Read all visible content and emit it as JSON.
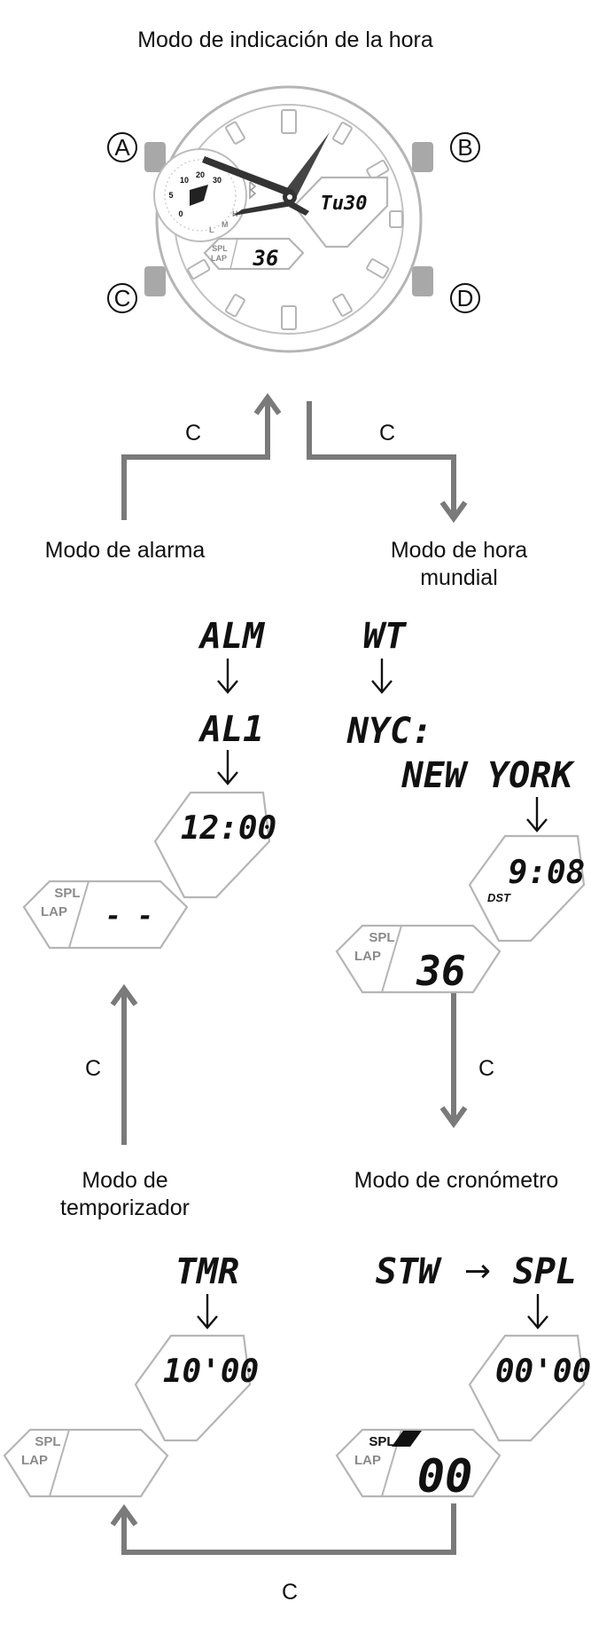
{
  "title": "Modo de indicación de la hora",
  "buttons": {
    "a": "A",
    "b": "B",
    "c": "C",
    "d": "D"
  },
  "watch": {
    "day_display": "Tu30",
    "sub_display": "36",
    "sub_labels": {
      "spl": "SPL",
      "lap": "LAP"
    },
    "dial_numbers": [
      "10",
      "20",
      "30",
      "5",
      "0"
    ],
    "dial_letters": [
      "L",
      "M",
      "H"
    ]
  },
  "transitions": {
    "to_alarm": "C",
    "to_world_time": "C",
    "to_stopwatch": "C",
    "to_timer": "C",
    "timer_to_alarm": "C"
  },
  "modes": {
    "alarm": {
      "label": "Modo de alarma",
      "seq": [
        "ALM",
        "AL1"
      ],
      "main_display": "12:00",
      "sub_display": "- -",
      "spl": "SPL",
      "lap": "LAP"
    },
    "world_time": {
      "label_line1": "Modo de hora",
      "label_line2": "mundial",
      "seq": [
        "WT",
        "NYC:",
        "NEW YORK"
      ],
      "main_display": "9:08",
      "dst": "DST",
      "sub_display": "36",
      "spl": "SPL",
      "lap": "LAP"
    },
    "stopwatch": {
      "label": "Modo de cronómetro",
      "seq_from": "STW",
      "seq_arrow": "→",
      "seq_to": "SPL",
      "main_display": "00'00",
      "sub_display": "00",
      "spl": "SPL",
      "lap": "LAP"
    },
    "timer": {
      "label_line1": "Modo de",
      "label_line2": "temporizador",
      "seq": [
        "TMR"
      ],
      "main_display": "10'00",
      "spl": "SPL",
      "lap": "LAP"
    }
  }
}
